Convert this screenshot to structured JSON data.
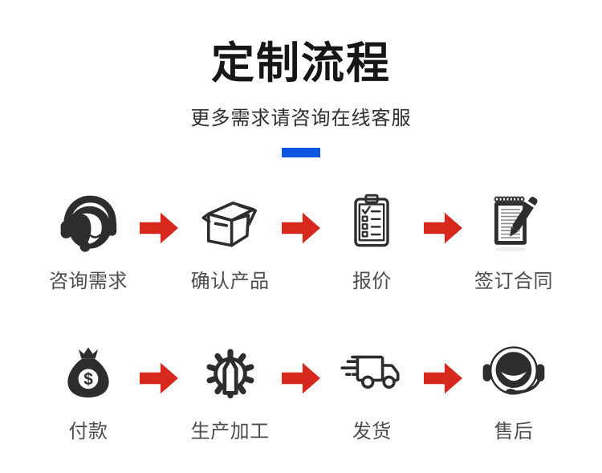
{
  "header": {
    "title": "定制流程",
    "subtitle": "更多需求请咨询在线客服"
  },
  "colors": {
    "accent_blue": "#0e56e2",
    "arrow_red": "#d7281e",
    "title_color": "#161616",
    "subtitle_color": "#2e2e2e",
    "label_color": "#4d4d4d",
    "icon_dark": "#2d2d2d",
    "background": "#ffffff"
  },
  "steps": [
    {
      "label": "咨询需求",
      "icon": "customer-service-icon"
    },
    {
      "label": "确认产品",
      "icon": "product-box-icon"
    },
    {
      "label": "报价",
      "icon": "quotation-clipboard-icon"
    },
    {
      "label": "签订合同",
      "icon": "contract-notepad-pen-icon"
    },
    {
      "label": "付款",
      "icon": "money-bag-icon"
    },
    {
      "label": "生产加工",
      "icon": "gear-production-icon"
    },
    {
      "label": "发货",
      "icon": "delivery-truck-icon"
    },
    {
      "label": "售后",
      "icon": "after-sales-headset-icon"
    }
  ]
}
